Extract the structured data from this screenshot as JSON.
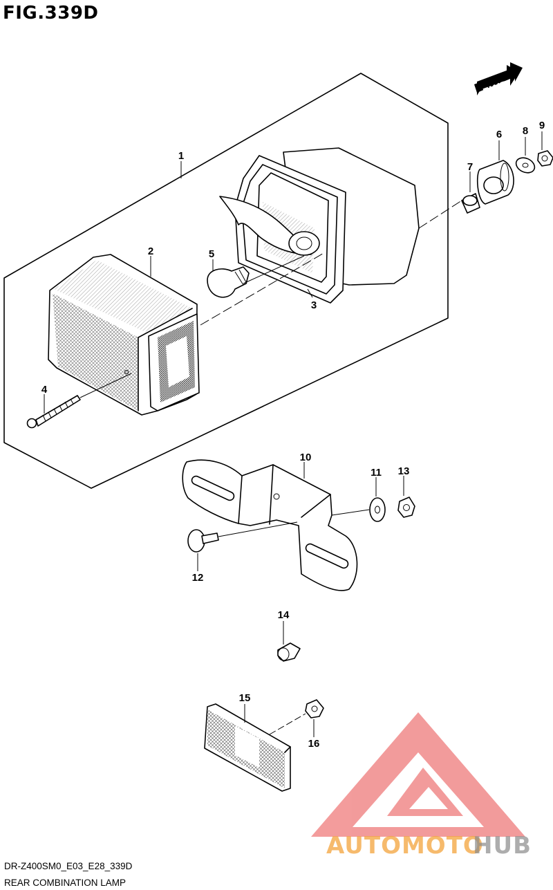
{
  "figure": {
    "title": "FIG.339D",
    "model_code": "DR-Z400SM0_E03_E28_339D",
    "caption": "REAR COMBINATION LAMP",
    "direction_arrow": "FWD"
  },
  "callouts": [
    "1",
    "2",
    "3",
    "4",
    "5",
    "6",
    "7",
    "8",
    "9",
    "10",
    "11",
    "12",
    "13",
    "14",
    "15",
    "16"
  ],
  "watermark": {
    "text_orange": "AUTOMOTO",
    "text_grey": "HUB",
    "colors": {
      "triangle": "#e94a4a",
      "orange": "#f3a33c",
      "grey": "#8b8b8b"
    }
  },
  "colors": {
    "line": "#000000",
    "background": "#ffffff"
  }
}
